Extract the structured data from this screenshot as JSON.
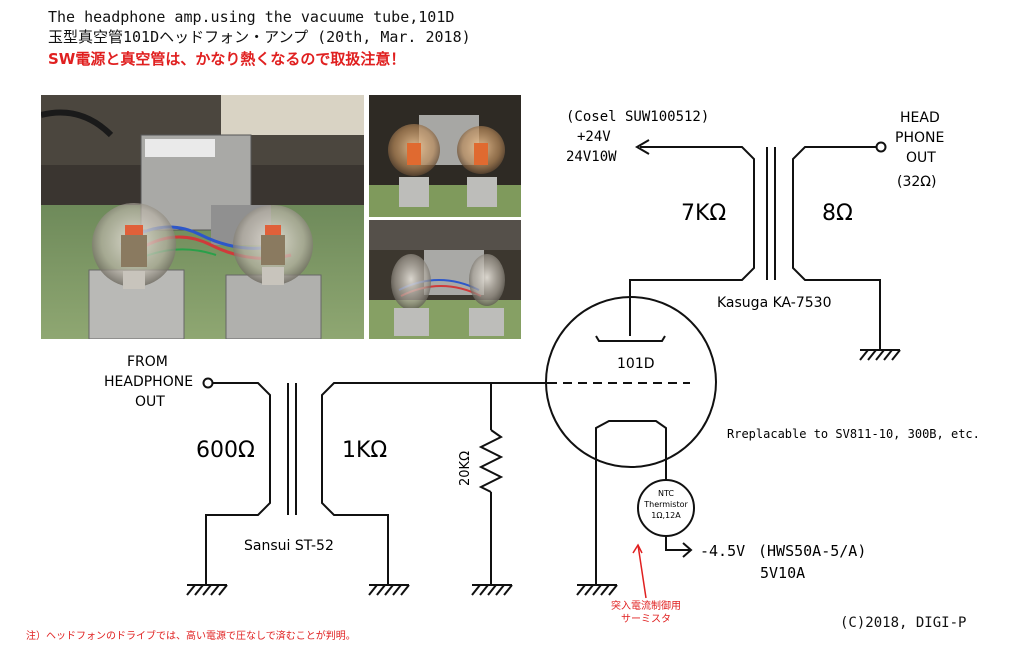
{
  "header": {
    "title_en": "The headphone amp.using the vacuume tube,101D",
    "title_jp": "玉型真空管101Dヘッドフォン・アンプ (20th, Mar. 2018)",
    "warning": "SW電源と真空管は、かなり熱くなるので取扱注意！"
  },
  "power_supply": {
    "model": "(Cosel SUW100512)",
    "voltage": "+24V",
    "rating": "24V10W"
  },
  "output_transformer": {
    "primary": "7KΩ",
    "secondary": "8Ω",
    "model": "Kasuga KA-7530"
  },
  "head_phone_out": {
    "line1": "HEAD",
    "line2": "PHONE",
    "line3": "OUT",
    "line4": "(32Ω)"
  },
  "input": {
    "line1": "FROM",
    "line2": "HEADPHONE",
    "line3": "OUT"
  },
  "input_transformer": {
    "primary": "600Ω",
    "secondary": "1KΩ",
    "model": "Sansui ST-52"
  },
  "grid_resistor": "20KΩ",
  "tube": {
    "name": "101D",
    "replaceable": "Rreplacable to SV811-10, 300B, etc."
  },
  "thermistor": {
    "line1": "NTC",
    "line2": "Thermistor",
    "line3": "1Ω,12A",
    "note_line1": "突入電流制御用",
    "note_line2": "サーミスタ"
  },
  "heater_supply": {
    "voltage": "-4.5V",
    "model": "(HWS50A-5/A)",
    "rating": "5V10A"
  },
  "footnote": "注）ヘッドフォンのドライブでは、高い電源で圧なしで済むことが判明。",
  "credit": "(C)2018, DIGI-P",
  "colors": {
    "warning": "#e02020",
    "line": "#111111",
    "background": "#ffffff"
  }
}
